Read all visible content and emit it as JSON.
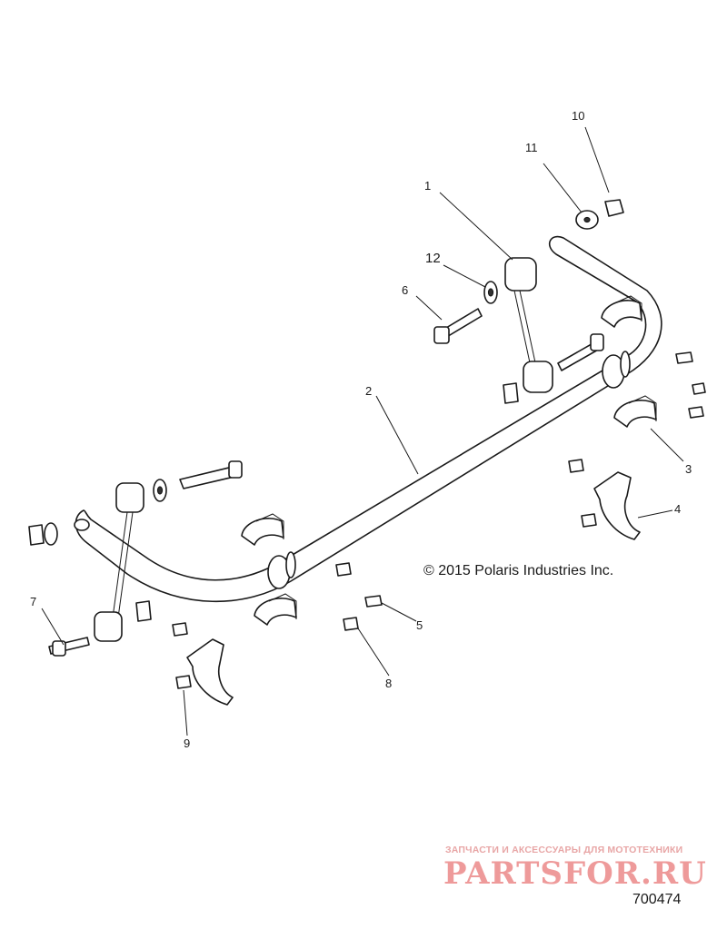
{
  "callouts": [
    {
      "id": "1",
      "label": "1"
    },
    {
      "id": "2",
      "label": "2"
    },
    {
      "id": "3",
      "label": "3"
    },
    {
      "id": "4",
      "label": "4"
    },
    {
      "id": "5",
      "label": "5"
    },
    {
      "id": "6",
      "label": "6"
    },
    {
      "id": "7",
      "label": "7"
    },
    {
      "id": "8",
      "label": "8"
    },
    {
      "id": "9",
      "label": "9"
    },
    {
      "id": "10",
      "label": "10"
    },
    {
      "id": "11",
      "label": "11"
    },
    {
      "id": "12",
      "label": "12"
    }
  ],
  "copyright": "© 2015 Polaris Industries Inc.",
  "diagram_number": "700474",
  "watermark": {
    "tagline": "ЗАПЧАСТИ И АКСЕССУАРЫ ДЛЯ МОТОТЕХНИКИ",
    "brand": "PARTSFOR.RU"
  }
}
